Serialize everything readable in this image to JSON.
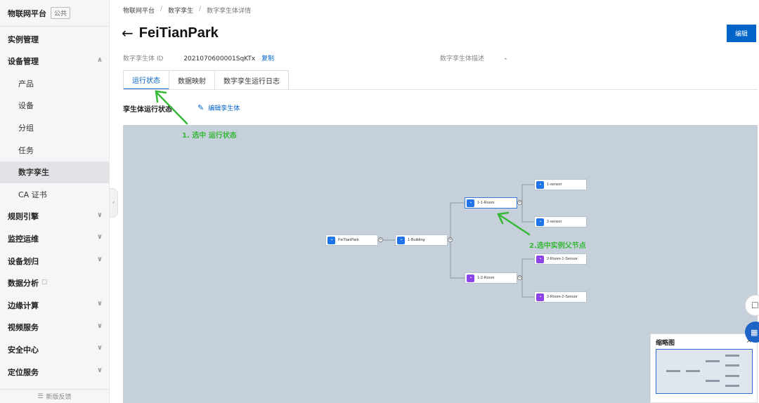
{
  "sidebar": {
    "title": "物联网平台",
    "badge": "公共",
    "items": [
      {
        "label": "实例管理",
        "type": "top"
      },
      {
        "label": "设备管理",
        "type": "top",
        "chevron": "∧"
      },
      {
        "label": "产品",
        "type": "sub"
      },
      {
        "label": "设备",
        "type": "sub"
      },
      {
        "label": "分组",
        "type": "sub"
      },
      {
        "label": "任务",
        "type": "sub"
      },
      {
        "label": "数字孪生",
        "type": "sub",
        "active": true
      },
      {
        "label": "CA 证书",
        "type": "sub"
      },
      {
        "label": "规则引擎",
        "type": "top",
        "chevron": "∨"
      },
      {
        "label": "监控运维",
        "type": "top",
        "chevron": "∨"
      },
      {
        "label": "设备划归",
        "type": "top",
        "chevron": "∨"
      },
      {
        "label": "数据分析",
        "type": "top",
        "external": "☐"
      },
      {
        "label": "边缘计算",
        "type": "top",
        "chevron": "∨"
      },
      {
        "label": "视频服务",
        "type": "top",
        "chevron": "∨"
      },
      {
        "label": "安全中心",
        "type": "top",
        "chevron": "∨"
      },
      {
        "label": "定位服务",
        "type": "top",
        "chevron": "∨"
      }
    ],
    "feedback": "新版反馈"
  },
  "breadcrumb": [
    "物联网平台",
    "数字孪生",
    "数字孪生体详情"
  ],
  "page": {
    "title": "FeiTianPark",
    "edit_label": "编辑",
    "id_label": "数字孪生体 ID",
    "id_value": "2021070600001SqKTx",
    "copy_label": "复制",
    "desc_label": "数字孪生体描述",
    "desc_value": "-"
  },
  "tabs": [
    {
      "label": "运行状态",
      "active": true
    },
    {
      "label": "数据映射"
    },
    {
      "label": "数字孪生运行日志"
    }
  ],
  "section": {
    "title": "孪生体运行状态",
    "edit_twin": "编辑孪生体"
  },
  "tree": {
    "nodes": {
      "root": "FeiTianPark",
      "building": "1-Building",
      "room1": "1-1-Room",
      "room2": "1-2-Room",
      "s1": "1-sensor",
      "s2": "2-sensor",
      "s3": "2-Room-1-Sensor",
      "s4": "2-Room-2-Sensor"
    },
    "toggle_symbol": "⊖"
  },
  "annotations": {
    "step1": "1. 选中 运行状态",
    "step2": "2.选中实例父节点"
  },
  "minimap": {
    "title": "缩略图",
    "close": "×"
  },
  "colors": {
    "primary": "#0064c8",
    "annotation": "#36b837",
    "canvas": "#c5d0da"
  }
}
